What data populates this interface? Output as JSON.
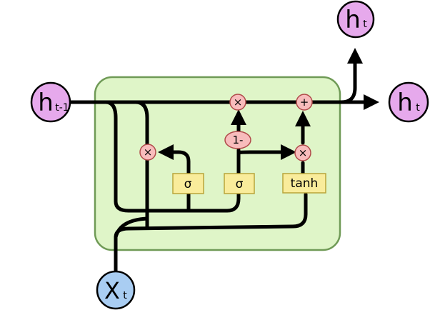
{
  "colors": {
    "cell_fill": "#dff5c8",
    "cell_stroke": "#6f9a56",
    "hidden_node_fill": "#e6a9ec",
    "input_node_fill": "#a9cdf2",
    "op_fill": "#f8bcbc",
    "op_stroke": "#b04a4a",
    "gate_fill": "#f9ec9b",
    "gate_stroke": "#b9a53a",
    "wire": "#000000"
  },
  "nodes": {
    "h_prev": {
      "main": "h",
      "sub": "t-1"
    },
    "h_out_top": {
      "main": "h",
      "sub": "t"
    },
    "h_out_right": {
      "main": "h",
      "sub": "t"
    },
    "x_in": {
      "main": "X",
      "sub": "t"
    }
  },
  "ops": {
    "reset_multiply": "×",
    "update_multiply": "×",
    "one_minus": "1-",
    "candidate_multiply": "×",
    "add": "+"
  },
  "gates": {
    "reset_gate": "σ",
    "update_gate": "σ",
    "candidate": "tanh"
  }
}
